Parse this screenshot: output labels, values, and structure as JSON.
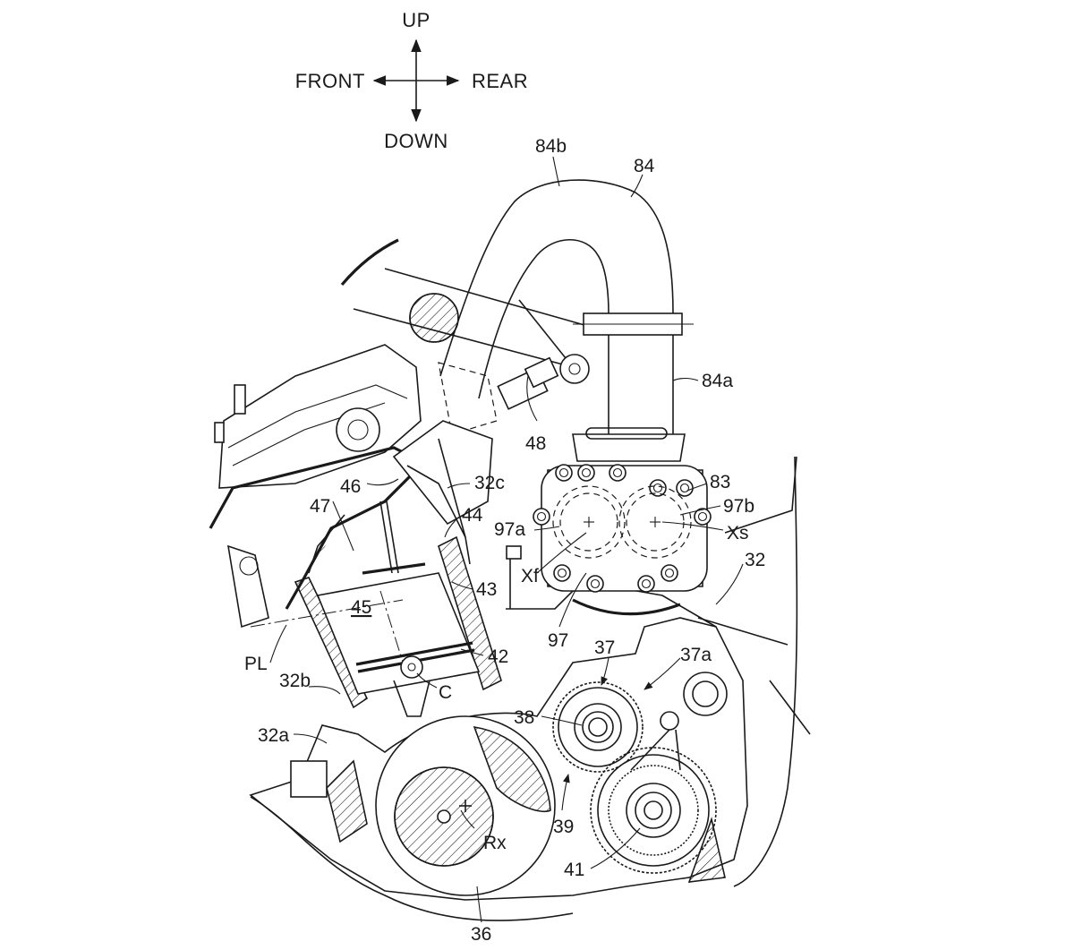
{
  "directions": {
    "up": "UP",
    "down": "DOWN",
    "front": "FRONT",
    "rear": "REAR"
  },
  "labels": {
    "l84b": "84b",
    "l84": "84",
    "l84a": "84a",
    "l48": "48",
    "l83": "83",
    "l97b": "97b",
    "lXs": "Xs",
    "l97a": "97a",
    "lXf": "Xf",
    "l32": "32",
    "l97": "97",
    "l46": "46",
    "l32c": "32c",
    "l47": "47",
    "l44": "44",
    "l43": "43",
    "l45": "45",
    "l42": "42",
    "lPL": "PL",
    "l32b": "32b",
    "lC": "C",
    "l37": "37",
    "l37a": "37a",
    "l38": "38",
    "l32a": "32a",
    "l39": "39",
    "lRx": "Rx",
    "l41": "41",
    "l36": "36"
  },
  "colors": {
    "ink": "#1a1a1a",
    "paper": "#ffffff"
  }
}
